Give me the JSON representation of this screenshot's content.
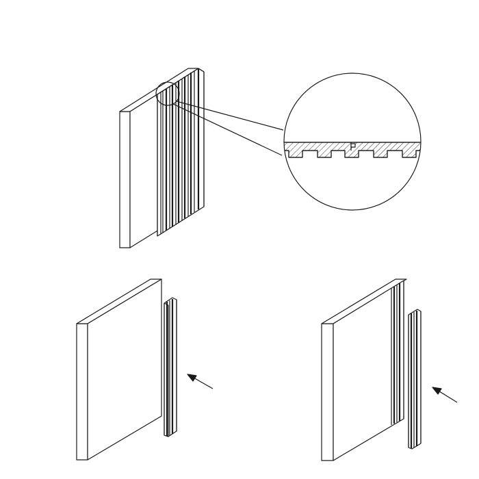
{
  "figure": {
    "background": "#ffffff",
    "line_color": "#1a1a1a",
    "views": [
      "panel-with-slats-assembled",
      "detail-magnifier-cross-section",
      "step-one-panel-with-loose-slat",
      "step-two-panel-with-additional-slat"
    ],
    "icons": [
      "arrow-icon",
      "arrow-icon"
    ]
  }
}
